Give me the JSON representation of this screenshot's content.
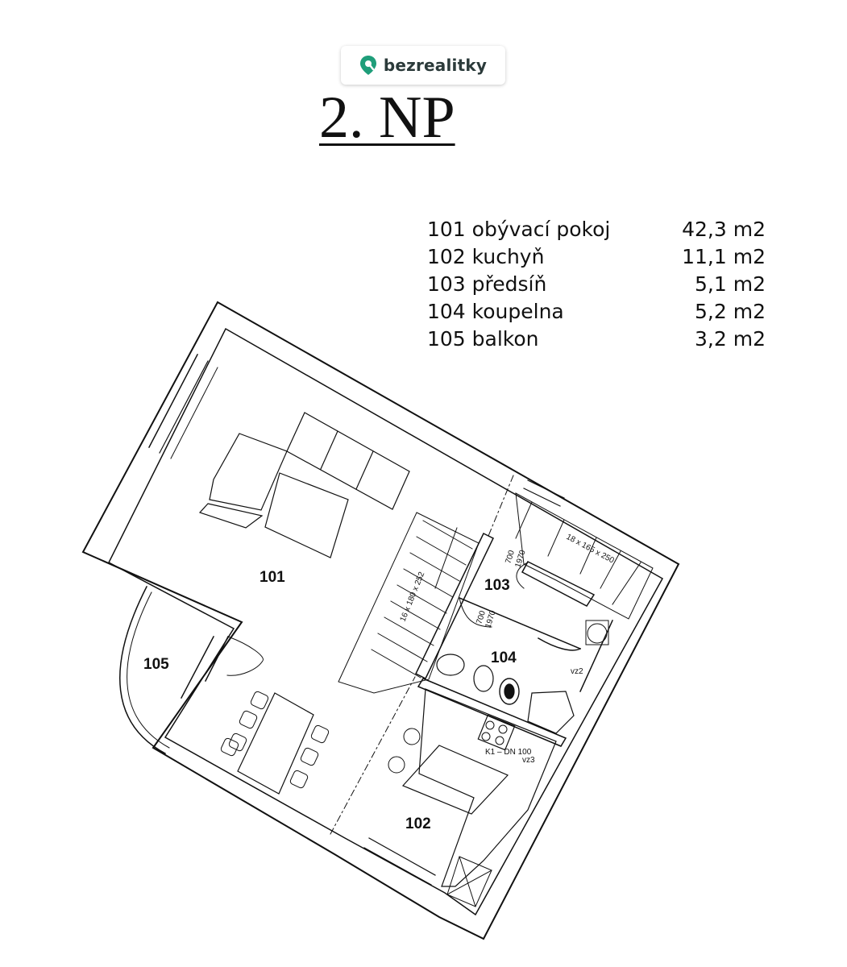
{
  "logo": {
    "text": "bezrealitky",
    "icon": "map-pin-icon",
    "accent": "#1f9e7a"
  },
  "floor": {
    "title": "2. NP"
  },
  "legend": [
    {
      "label": "101 obývací pokoj",
      "area": "42,3 m2"
    },
    {
      "label": "102 kuchyň",
      "area": "11,1 m2"
    },
    {
      "label": "103 předsíň",
      "area": "5,1 m2"
    },
    {
      "label": "104 koupelna",
      "area": "5,2 m2"
    },
    {
      "label": "105 balkon",
      "area": "3,2 m2"
    }
  ],
  "plan": {
    "rooms": [
      "101",
      "102",
      "103",
      "104",
      "105"
    ],
    "stair_labels": [
      "16 x 180 x 252",
      "18 x 165 x 250"
    ],
    "door_labels": [
      "700",
      "1970",
      "700",
      "1970"
    ],
    "fixture_labels": [
      "vz2",
      "K1 – DN 100",
      "vz3"
    ]
  }
}
